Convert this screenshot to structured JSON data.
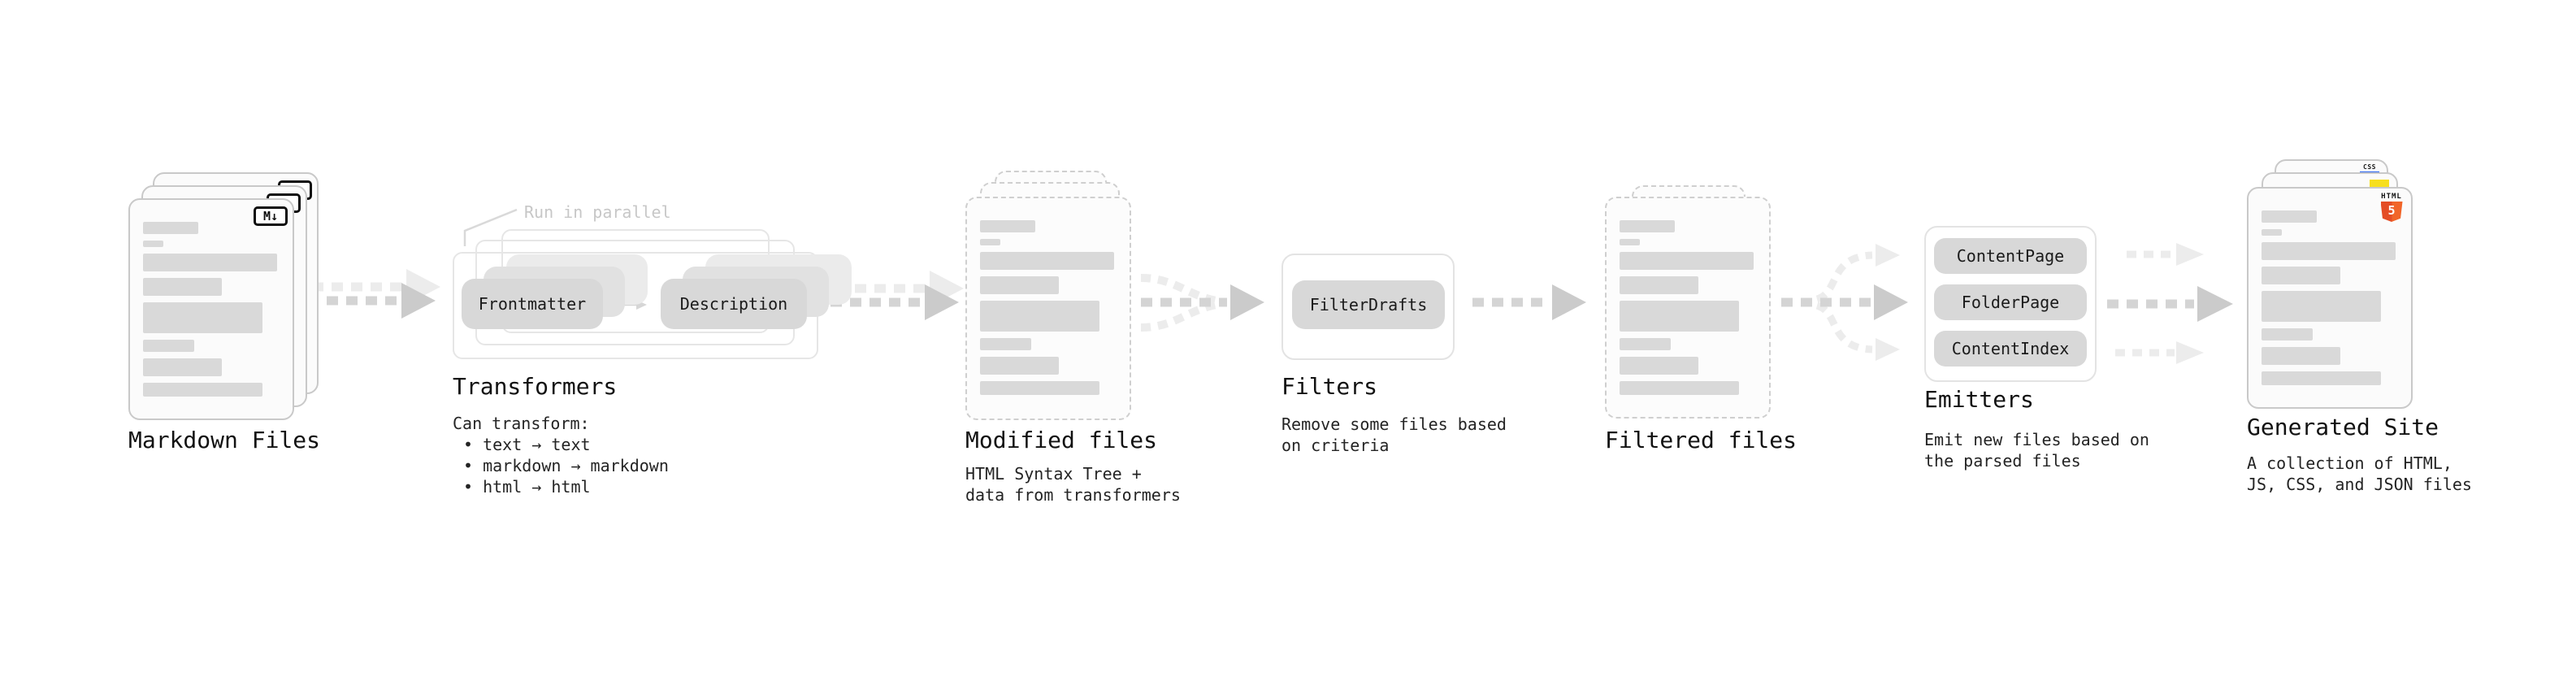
{
  "stages": {
    "markdown": {
      "label": "Markdown Files",
      "icon_text": "M↓"
    },
    "transformers": {
      "label": "Transformers",
      "annotation": "Run in parallel",
      "pill_from": "Frontmatter",
      "pill_to": "Description",
      "desc_title": "Can transform:",
      "bullets": [
        "• text → text",
        "• markdown → markdown",
        "• html → html"
      ]
    },
    "modified": {
      "label": "Modified files",
      "desc": [
        "HTML Syntax Tree +",
        "data from transformers"
      ]
    },
    "filters": {
      "label": "Filters",
      "pill": "FilterDrafts",
      "desc": [
        "Remove some files based",
        "on criteria"
      ]
    },
    "filtered": {
      "label": "Filtered files"
    },
    "emitters": {
      "label": "Emitters",
      "pills": [
        "ContentPage",
        "FolderPage",
        "ContentIndex"
      ],
      "desc": [
        "Emit new files based on",
        "the parsed files"
      ]
    },
    "generated": {
      "label": "Generated Site",
      "desc": [
        "A collection of HTML,",
        "JS, CSS, and JSON files"
      ],
      "css_badge": "CSS",
      "html_badge_word": "HTML",
      "html_badge_number": "5"
    }
  },
  "colors": {
    "html5_orange_left": "#e44d26",
    "html5_orange_right": "#f16529",
    "js_yellow": "#f7df1e",
    "css_blue": "#2965f1",
    "pill_gray": "#d8d8d8",
    "arrow_gray": "#d4d4d4",
    "arrow_light": "#ececec"
  }
}
